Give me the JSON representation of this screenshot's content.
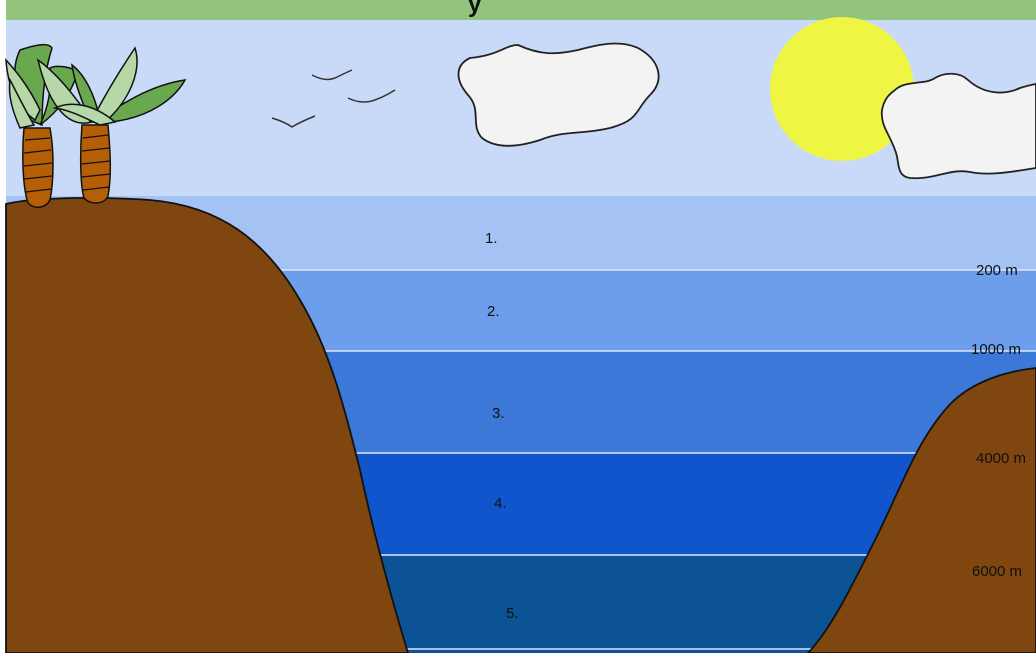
{
  "title_fragment": "y",
  "colors": {
    "top_bar": "#93c47d",
    "sky": "#c9daf8",
    "zone_1": "#a4c2f4",
    "zone_2": "#6d9eeb",
    "zone_3": "#3c78d8",
    "zone_4": "#1155cc",
    "zone_5": "#0b5394",
    "land": "#7f460f",
    "sun": "#eef542",
    "cloud": "#f3f3f3",
    "palm_trunk": "#b45f06",
    "palm_leaf_light": "#b6d7a8",
    "palm_leaf_dark": "#6aa84f"
  },
  "zones": [
    {
      "label": "1."
    },
    {
      "label": "2."
    },
    {
      "label": "3."
    },
    {
      "label": "4."
    },
    {
      "label": "5."
    }
  ],
  "depth_markers": [
    {
      "label": "200 m"
    },
    {
      "label": "1000 m"
    },
    {
      "label": "4000 m"
    },
    {
      "label": "6000 m"
    }
  ],
  "icons": [
    "sun-icon",
    "cloud-icon",
    "bird-icon",
    "palm-tree-icon"
  ]
}
